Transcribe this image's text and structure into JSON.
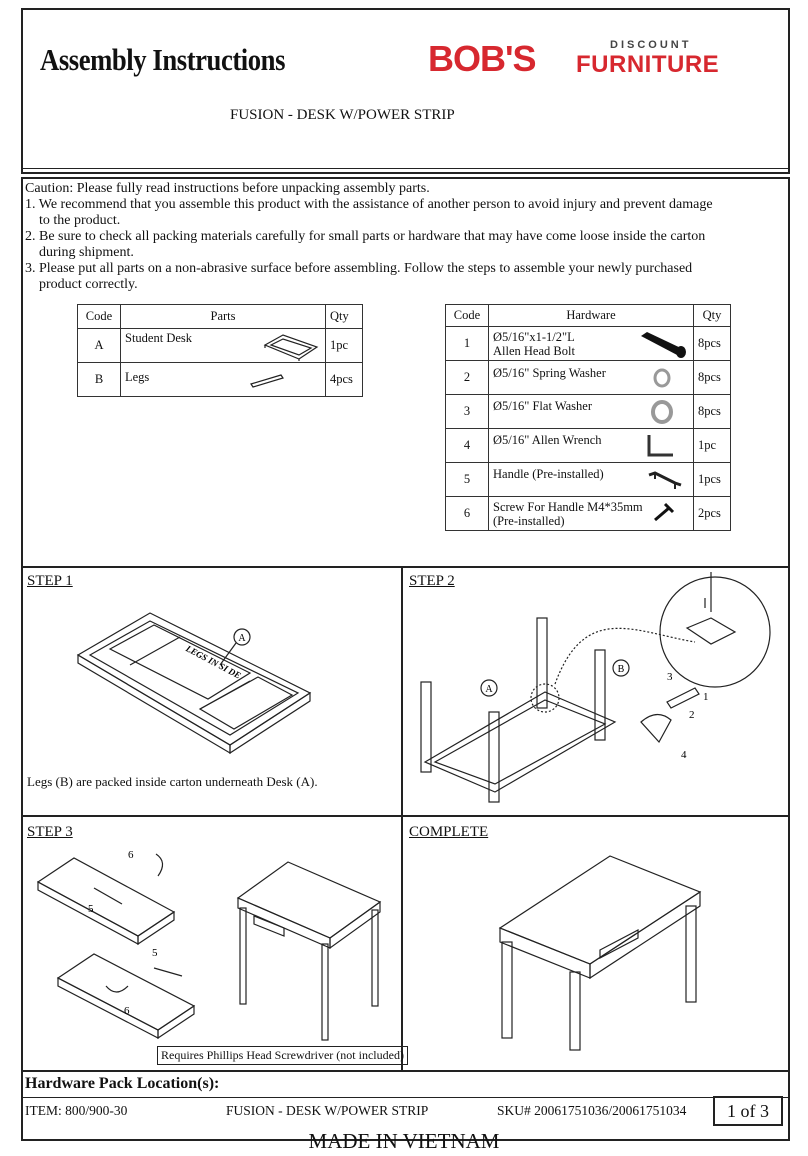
{
  "header": {
    "title": "Assembly Instructions",
    "product_name": "FUSION - DESK W/POWER STRIP",
    "logo": {
      "main": "BOB'S",
      "top": "DISCOUNT",
      "bottom": "FURNITURE",
      "color": "#d7282f"
    }
  },
  "intro": {
    "caution": "Caution: Please fully read instructions before unpacking assembly parts.",
    "items": [
      {
        "line1": "1. We recommend that you assemble this product with the assistance of another person to avoid injury and prevent damage",
        "line2": "to the product."
      },
      {
        "line1": "2. Be sure to check all packing materials carefully for small parts or hardware that may have come loose inside the carton",
        "line2": "during shipment."
      },
      {
        "line1": "3. Please put all parts on a non-abrasive surface before assembling. Follow the steps to assemble your newly purchased",
        "line2": "product correctly."
      }
    ]
  },
  "parts_table": {
    "headers": {
      "code": "Code",
      "parts": "Parts",
      "qty": "Qty"
    },
    "rows": [
      {
        "code": "A",
        "name": "Student Desk",
        "qty": "1pc",
        "icon": "desk-top-icon"
      },
      {
        "code": "B",
        "name": "Legs",
        "qty": "4pcs",
        "icon": "leg-icon"
      }
    ]
  },
  "hardware_table": {
    "headers": {
      "code": "Code",
      "hardware": "Hardware",
      "qty": "Qty"
    },
    "rows": [
      {
        "code": "1",
        "line1": "Ø5/16\"x1-1/2\"L",
        "line2": "Allen Head Bolt",
        "qty": "8pcs",
        "icon": "bolt-icon"
      },
      {
        "code": "2",
        "line1": "Ø5/16\" Spring Washer",
        "line2": "",
        "qty": "8pcs",
        "icon": "spring-washer-icon"
      },
      {
        "code": "3",
        "line1": "Ø5/16\" Flat Washer",
        "line2": "",
        "qty": "8pcs",
        "icon": "flat-washer-icon"
      },
      {
        "code": "4",
        "line1": "Ø5/16\" Allen Wrench",
        "line2": "",
        "qty": "1pc",
        "icon": "allen-wrench-icon"
      },
      {
        "code": "5",
        "line1": "Handle  (Pre-installed)",
        "line2": "",
        "qty": "1pcs",
        "icon": "handle-icon"
      },
      {
        "code": "6",
        "line1": "Screw For Handle M4*35mm",
        "line2": "(Pre-installed)",
        "qty": "2pcs",
        "icon": "screw-icon"
      }
    ]
  },
  "steps": {
    "step1": {
      "label": "STEP 1",
      "note": "Legs (B) are packed inside carton underneath Desk (A).",
      "callout_a": "A",
      "desk_text": "LEGS IN SI DE"
    },
    "step2": {
      "label": "STEP 2",
      "callout_a": "A",
      "callout_b": "B",
      "n1": "1",
      "n2": "2",
      "n3": "3",
      "n4": "4"
    },
    "step3": {
      "label": "STEP 3",
      "n5a": "5",
      "n6a": "6",
      "n5b": "5",
      "n6b": "6",
      "note": "Requires Phillips Head Screwdriver (not included)"
    },
    "complete": {
      "label": "COMPLETE"
    }
  },
  "footer": {
    "hardware_location": "Hardware Pack Location(s):",
    "item": "ITEM: 800/900-30",
    "product": "FUSION - DESK W/POWER STRIP",
    "sku": "SKU# 20061751036/20061751034",
    "page": "1 of 3",
    "made_in": "MADE IN VIETNAM"
  }
}
